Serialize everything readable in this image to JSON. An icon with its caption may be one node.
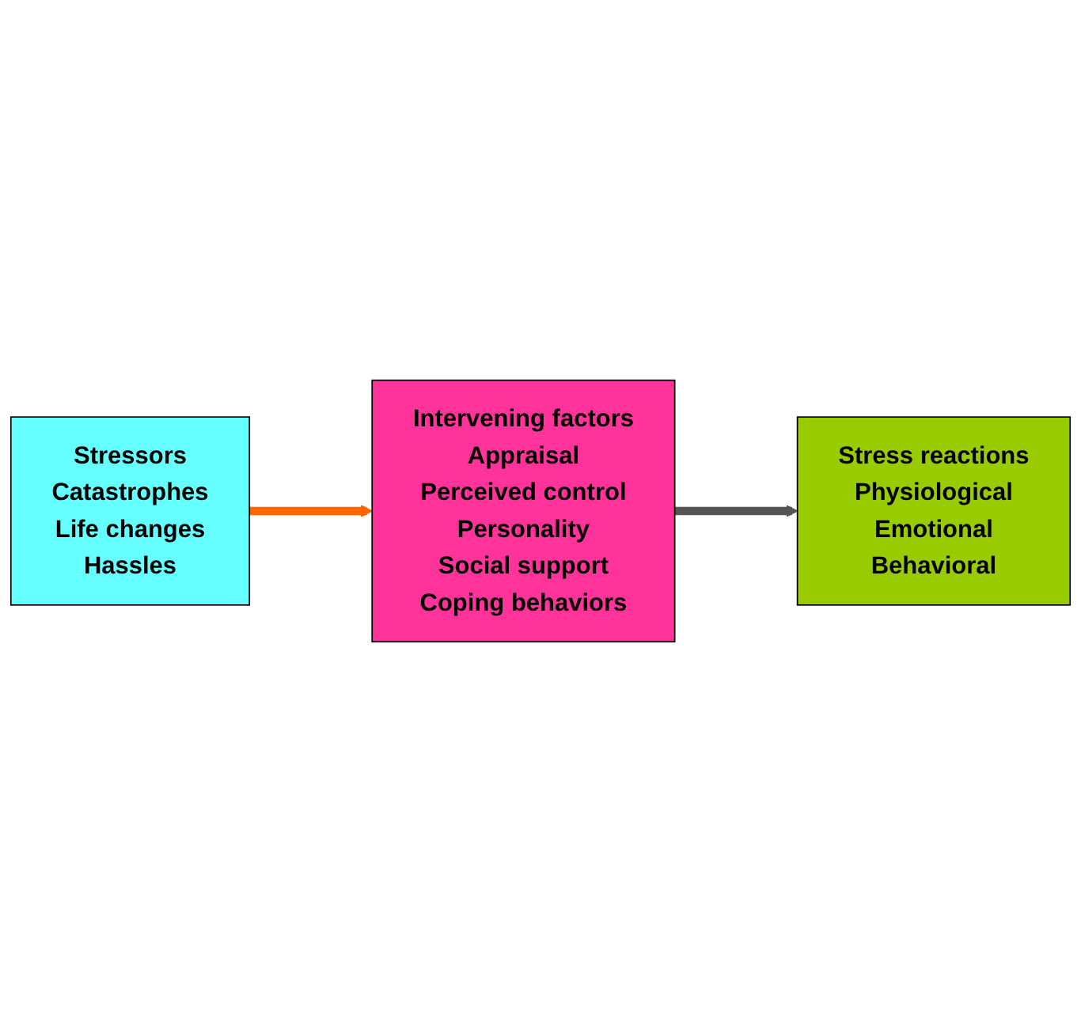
{
  "diagram": {
    "nodes": [
      {
        "text": [
          "Stressors",
          "Catastrophes",
          "Life changes",
          "Hassles"
        ]
      },
      {
        "text": [
          "Intervening factors",
          "Appraisal",
          "Perceived control",
          "Personality",
          "Social support",
          "Coping behaviors"
        ]
      },
      {
        "text": [
          "Stress reactions",
          "Physiological",
          "Emotional",
          "Behavioral"
        ]
      }
    ],
    "edges": [
      {
        "from": 0,
        "to": 1,
        "arrow": "to",
        "color": "#ff6600"
      },
      {
        "from": 1,
        "to": 2,
        "arrow": "to",
        "color": "#555555"
      }
    ]
  }
}
